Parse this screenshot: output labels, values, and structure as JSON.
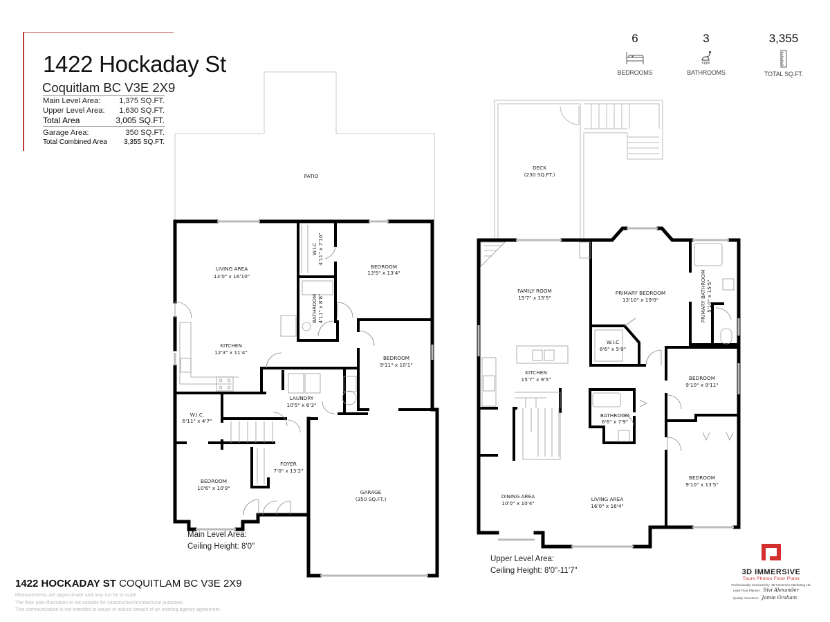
{
  "header": {
    "title": "1422 Hockaday St",
    "subtitle": "Coquitlam BC V3E 2X9",
    "areas": [
      {
        "label": "Main Level Area:",
        "value": "1,375 SQ.FT."
      },
      {
        "label": "Upper Level Area:",
        "value": "1,630 SQ.FT."
      },
      {
        "label": "Total Area",
        "value": "3,005 SQ.FT."
      },
      {
        "label": "Garage Area:",
        "value": "350 SQ.FT."
      },
      {
        "label": "Total Combined Area",
        "value": "3,355 SQ.FT."
      }
    ]
  },
  "stats": [
    {
      "value": "6",
      "label": "BEDROOMS",
      "icon": "bed-icon"
    },
    {
      "value": "3",
      "label": "BATHROOMS",
      "icon": "shower-icon"
    },
    {
      "value": "3,355",
      "label": "TOTAL SQ.FT.",
      "icon": "ruler-icon"
    }
  ],
  "main_level": {
    "rooms": [
      {
        "name": "PATIO",
        "dims": ""
      },
      {
        "name": "LIVING AREA",
        "dims": "13'0\" x 16'10\""
      },
      {
        "name": "W.I.C",
        "dims": "4'11\" x 7'10\""
      },
      {
        "name": "BEDROOM",
        "dims": "13'5\" x 13'4\""
      },
      {
        "name": "BATHROOM",
        "dims": "4'11\" x 8'8\""
      },
      {
        "name": "KITCHEN",
        "dims": "12'3\" x 11'4\""
      },
      {
        "name": "BEDROOM",
        "dims": "9'11\" x 10'1\""
      },
      {
        "name": "LAUNDRY",
        "dims": "10'5\" x 6'3\""
      },
      {
        "name": "W.I.C.",
        "dims": "6'11\" x 4'7\""
      },
      {
        "name": "FOYER",
        "dims": "7'0\" x 13'2\""
      },
      {
        "name": "BEDROOM",
        "dims": "10'6\" x 10'9\""
      },
      {
        "name": "GARAGE",
        "dims": "(350 SQ.FT.)"
      }
    ],
    "caption_line1": "Main Level Area:",
    "caption_line2": "Ceiling Height: 8'0\""
  },
  "upper_level": {
    "rooms": [
      {
        "name": "DECK",
        "dims": "(230 SQ.FT.)"
      },
      {
        "name": "FAMILY ROOM",
        "dims": "15'7\" x 15'5\""
      },
      {
        "name": "PRIMARY BEDROOM",
        "dims": "13'10\" x 19'0\""
      },
      {
        "name": "PRIMARY BATHROOM",
        "dims": "5'10\" x 15'5\""
      },
      {
        "name": "W.I.C",
        "dims": "6'6\" x 5'0\""
      },
      {
        "name": "KITCHEN",
        "dims": "15'7\" x 9'5\""
      },
      {
        "name": "BEDROOM",
        "dims": "9'10\" x 9'11\""
      },
      {
        "name": "BATHROOM",
        "dims": "6'6\" x 7'9\""
      },
      {
        "name": "BEDROOM",
        "dims": "9'10\" x 13'5\""
      },
      {
        "name": "DINING AREA",
        "dims": "10'0\" x 10'4\""
      },
      {
        "name": "LIVING AREA",
        "dims": "16'0\" x 16'4\""
      }
    ],
    "caption_line1": "Upper Level Area:",
    "caption_line2": "Ceiling Height: 8'0\"-11'7\""
  },
  "footer": {
    "address_bold": "1422 HOCKADAY ST",
    "address_rest": " COQUITLAM BC V3E 2X9",
    "disclaimers": [
      "Measurements are approximate and may not be to scale.",
      "The floor plan illustration is not suitable for construction/architectural purposes.",
      "This communication is not intended to cause or induce breach of an existing agency agreement."
    ]
  },
  "brand": {
    "name": "3D IMMERSIVE",
    "tagline": "Tours  Photos  Floor Plans",
    "measured_by": "Professionally measured by: 3D Immersive Marketing Ltd.",
    "lead_label": "Lead Floor Planner:",
    "lead_sig": "Sivi Alexander",
    "qa_label": "Quality Assurance:",
    "qa_sig": "Jamie Graham",
    "color": "#d32f2f"
  }
}
